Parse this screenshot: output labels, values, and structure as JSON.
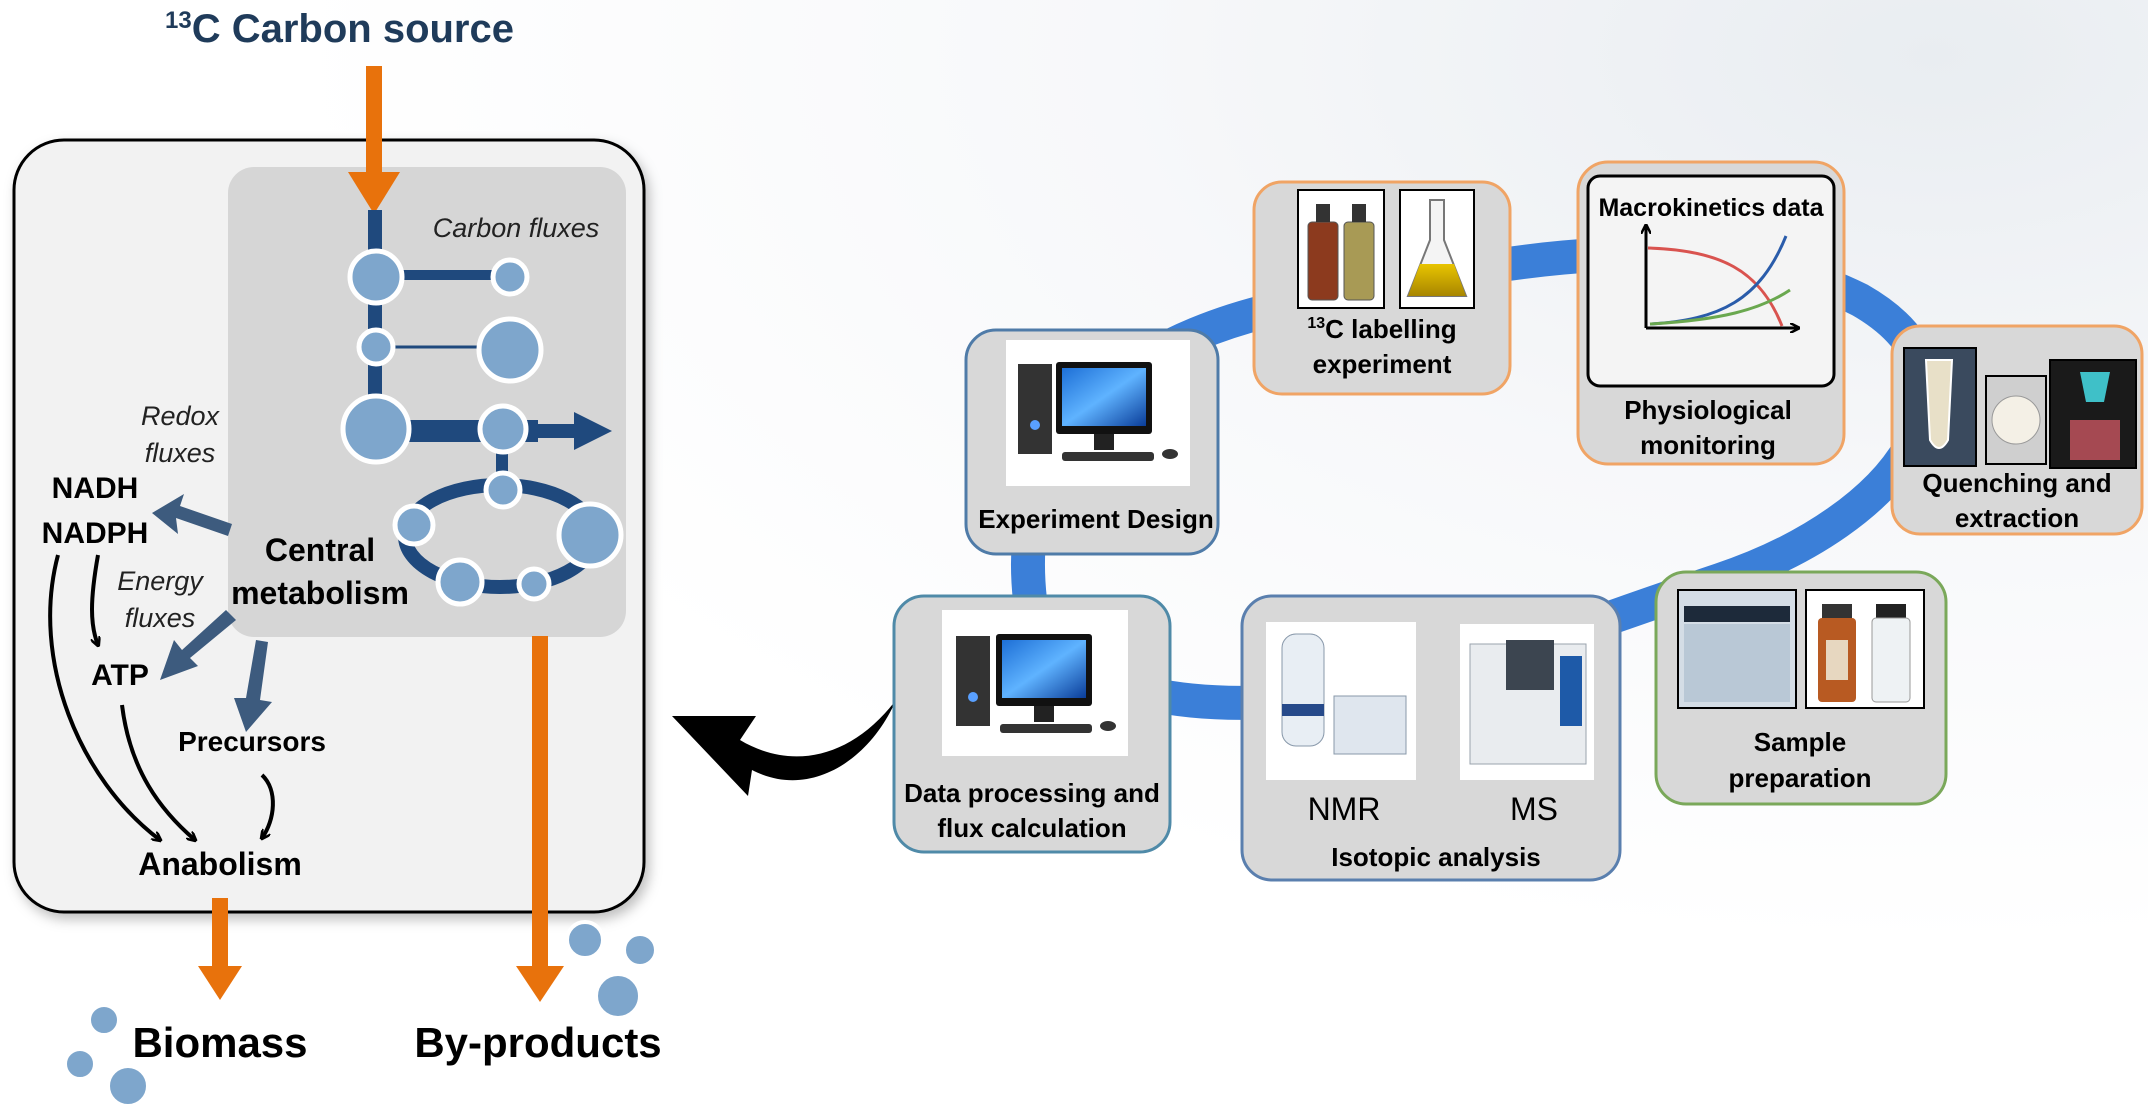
{
  "cell": {
    "carbon_source_sup": "13",
    "carbon_source": "C Carbon source",
    "carbon_fluxes": "Carbon fluxes",
    "redox_fluxes_1": "Redox",
    "redox_fluxes_2": "fluxes",
    "energy_fluxes_1": "Energy",
    "energy_fluxes_2": "fluxes",
    "nadh": "NADH",
    "nadph": "NADPH",
    "atp": "ATP",
    "central_1": "Central",
    "central_2": "metabolism",
    "precursors": "Precursors",
    "anabolism": "Anabolism",
    "biomass": "Biomass",
    "byproducts": "By-products"
  },
  "workflow": {
    "experiment_design": "Experiment Design",
    "labelling_sup": "13",
    "labelling_1": "C labelling",
    "labelling_2": "experiment",
    "macrokinetics": "Macrokinetics data",
    "physio_1": "Physiological",
    "physio_2": "monitoring",
    "quench_1": "Quenching and",
    "quench_2": "extraction",
    "sample_1": "Sample",
    "sample_2": "preparation",
    "nmr": "NMR",
    "ms": "MS",
    "isotopic": "Isotopic analysis",
    "data_1": "Data processing and",
    "data_2": "flux calculation"
  },
  "colors": {
    "orange_arrow": "#e8720c",
    "dark_blue": "#1f497d",
    "node_blue": "#7ea6cc",
    "ring_blue": "#3b7fd8",
    "box_orange_border": "#f0a465",
    "box_green_border": "#7aa85a",
    "box_blue_border": "#5a7fae"
  }
}
